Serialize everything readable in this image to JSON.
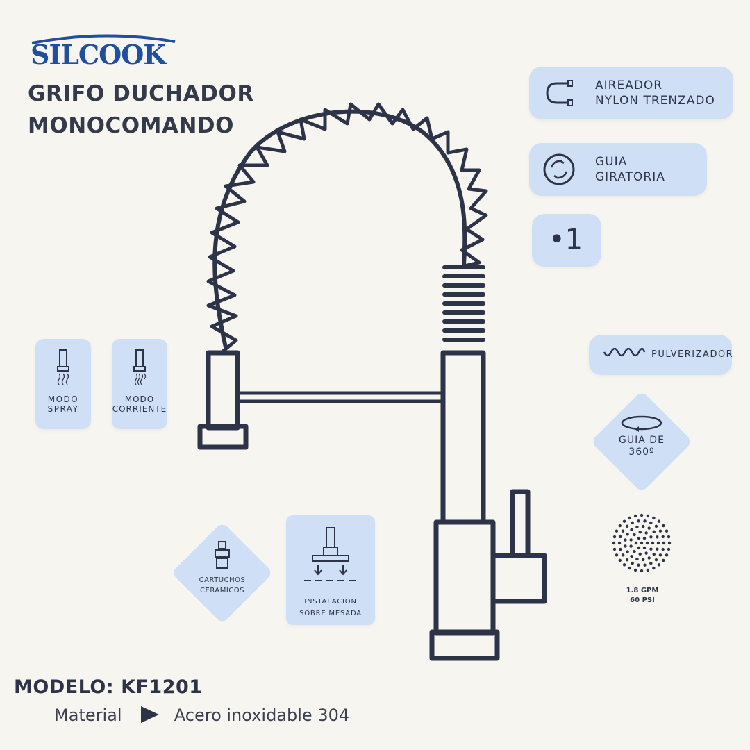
{
  "brand": {
    "logo_text": "SILCOOK"
  },
  "title": {
    "line1": "GRIFO DUCHADOR",
    "line2": "MONOCOMANDO"
  },
  "features_right": {
    "aireador_line1": "AIREADOR",
    "aireador_line2": "NYLON TRENZADO",
    "guia_line1": "GUIA",
    "guia_line2": "GIRATORIA",
    "count": "•1",
    "pulverizador": "PULVERIZADOR",
    "guia360_line1": "GUIA DE",
    "guia360_line2": "360º",
    "flow_line1": "1.8 GPM",
    "flow_line2": "60 PSI"
  },
  "features_left": {
    "spray_line1": "MODO",
    "spray_line2": "SPRAY",
    "corriente_line1": "MODO",
    "corriente_line2": "CORRIENTE"
  },
  "features_bottom": {
    "cartuchos_line1": "CARTUCHOS",
    "cartuchos_line2": "CERAMICOS",
    "instalacion_line1": "INSTALACION",
    "instalacion_line2": "SOBRE MESADA"
  },
  "footer": {
    "modelo": "MODELO: KF1201",
    "material_label": "Material",
    "material_value": "Acero inoxidable 304"
  },
  "colors": {
    "outline": "#2d3447",
    "chip_bg": "#cfe0f6",
    "background": "#f7f5f0",
    "logo": "#1f4f9e"
  },
  "icons": [
    "hose-icon",
    "rotate-icon",
    "wave-icon",
    "rotation-360-icon",
    "spray-nozzle-icon",
    "stream-nozzle-icon",
    "cartridge-icon",
    "countertop-install-icon",
    "aerator-dots-icon",
    "play-arrow-icon"
  ]
}
